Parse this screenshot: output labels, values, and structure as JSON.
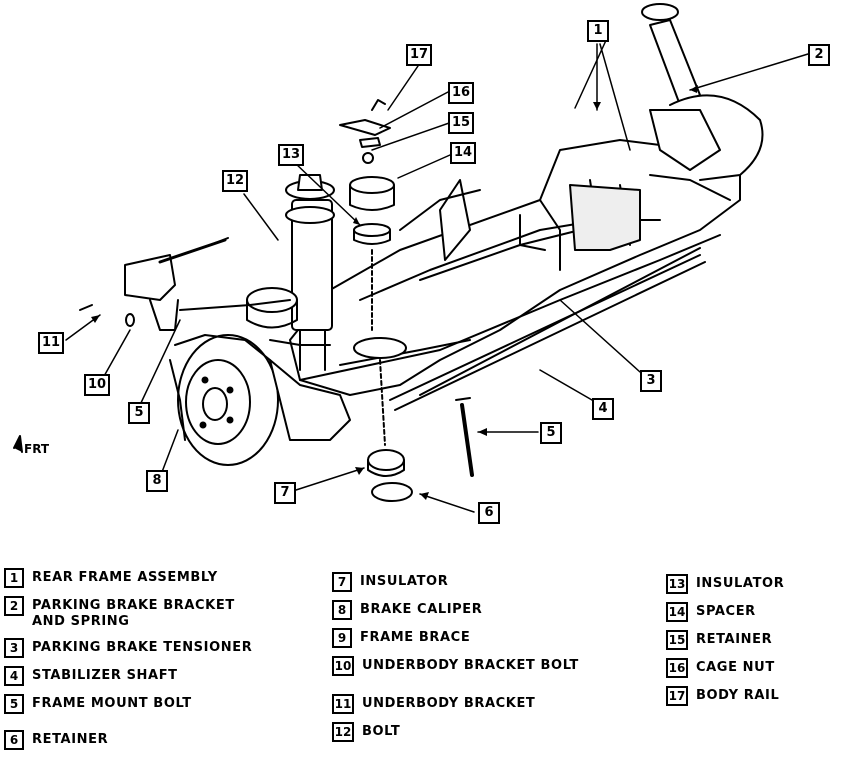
{
  "diagram": {
    "orientation_label": "FRT",
    "callouts": [
      {
        "id": "c1",
        "label": "1"
      },
      {
        "id": "c2",
        "label": "2"
      },
      {
        "id": "c3",
        "label": "3"
      },
      {
        "id": "c4",
        "label": "4"
      },
      {
        "id": "c5a",
        "label": "5"
      },
      {
        "id": "c5b",
        "label": "5"
      },
      {
        "id": "c6",
        "label": "6"
      },
      {
        "id": "c7",
        "label": "7"
      },
      {
        "id": "c8",
        "label": "8"
      },
      {
        "id": "c10",
        "label": "10"
      },
      {
        "id": "c11",
        "label": "11"
      },
      {
        "id": "c12",
        "label": "12"
      },
      {
        "id": "c13",
        "label": "13"
      },
      {
        "id": "c14",
        "label": "14"
      },
      {
        "id": "c15",
        "label": "15"
      },
      {
        "id": "c16",
        "label": "16"
      },
      {
        "id": "c17",
        "label": "17"
      }
    ]
  },
  "legend": {
    "col1": [
      {
        "num": "1",
        "text": "REAR FRAME ASSEMBLY"
      },
      {
        "num": "2",
        "text": "PARKING BRAKE BRACKET\nAND SPRING"
      },
      {
        "num": "3",
        "text": "PARKING BRAKE TENSIONER"
      },
      {
        "num": "4",
        "text": "STABILIZER SHAFT"
      },
      {
        "num": "5",
        "text": "FRAME MOUNT BOLT"
      },
      {
        "num": "6",
        "text": "RETAINER"
      }
    ],
    "col2": [
      {
        "num": "7",
        "text": "INSULATOR"
      },
      {
        "num": "8",
        "text": "BRAKE CALIPER"
      },
      {
        "num": "9",
        "text": "FRAME BRACE"
      },
      {
        "num": "10",
        "text": "UNDERBODY BRACKET BOLT"
      },
      {
        "num": "11",
        "text": "UNDERBODY BRACKET"
      },
      {
        "num": "12",
        "text": "BOLT"
      }
    ],
    "col3": [
      {
        "num": "13",
        "text": "INSULATOR"
      },
      {
        "num": "14",
        "text": "SPACER"
      },
      {
        "num": "15",
        "text": "RETAINER"
      },
      {
        "num": "16",
        "text": "CAGE NUT"
      },
      {
        "num": "17",
        "text": "BODY RAIL"
      }
    ]
  }
}
